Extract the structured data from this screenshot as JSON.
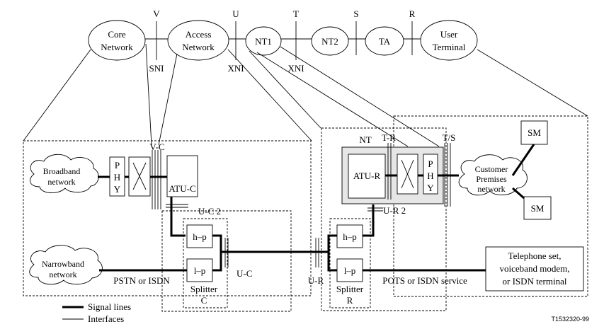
{
  "top_chain": {
    "core": [
      "Core",
      "Network"
    ],
    "access": [
      "Access",
      "Network"
    ],
    "nt1": "NT1",
    "nt2": "NT2",
    "ta": "TA",
    "user_terminal": [
      "User",
      "Terminal"
    ]
  },
  "ref_points": {
    "v": "V",
    "u": "U",
    "t": "T",
    "s": "S",
    "r": "R",
    "sni": "SNI",
    "xni1": "XNI",
    "xni2": "XNI"
  },
  "central_office": {
    "vc": "V-C",
    "broadband": [
      "Broadband",
      "network"
    ],
    "phy": [
      "P",
      "H",
      "Y"
    ],
    "atuc": "ATU-C",
    "uc2": "U-C 2",
    "hp": "h–p",
    "lp": "l–p",
    "splitter": [
      "Splitter",
      "C"
    ],
    "narrowband": [
      "Narrowband",
      "network"
    ],
    "pstn": "PSTN or ISDN",
    "uc": "U-C"
  },
  "remote": {
    "nt": "NT",
    "tr": "T-R",
    "ts": "T/S",
    "atur": "ATU-R",
    "phy": [
      "P",
      "H",
      "Y"
    ],
    "customer": [
      "Customer",
      "Premises",
      "network"
    ],
    "sm1": "SM",
    "sm2": "SM",
    "ur2": "U-R 2",
    "hp": "h–p",
    "lp": "l–p",
    "ur": "U-R",
    "splitter": [
      "Splitter",
      "R"
    ],
    "pots": "POTS or ISDN service",
    "telephone": [
      "Telephone set,",
      "voiceband modem,",
      "or ISDN terminal"
    ]
  },
  "legend": {
    "signal": "Signal lines",
    "interfaces": "Interfaces"
  },
  "figure_ref": "T1532320-99"
}
